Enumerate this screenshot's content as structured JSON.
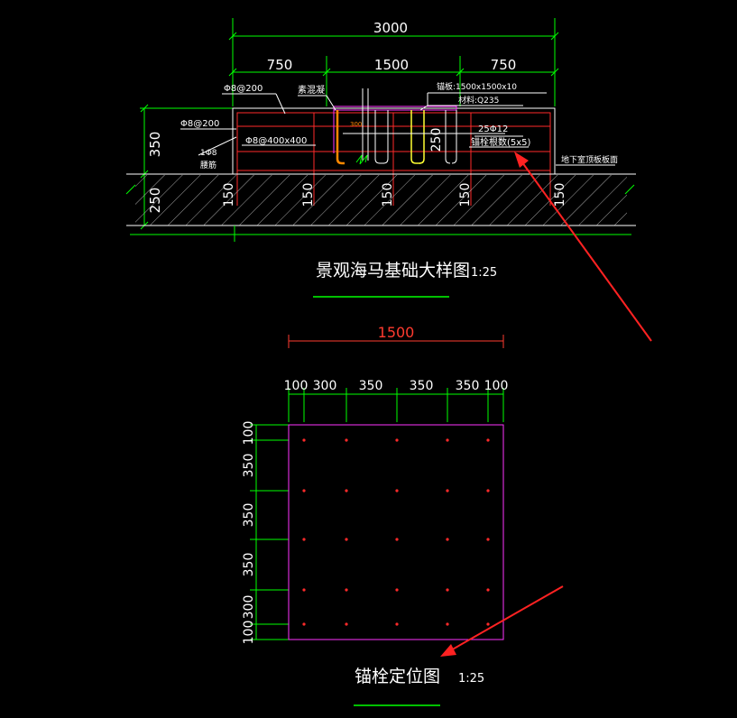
{
  "section": {
    "dim_total": "3000",
    "dim_segments": [
      "750",
      "1500",
      "750"
    ],
    "dim_height": "350",
    "dim_cushion": "250",
    "dim_plate_gap": "250",
    "dim_depth": "150",
    "labels": {
      "stirrup": "Φ8@200",
      "stirrup_left": "Φ8@200",
      "mesh": "Φ8@400x400",
      "ring": "1Φ8",
      "ring_sub": "腰筋",
      "pour": "素混凝",
      "plate": "锚板:1500x1500x10",
      "material": "材料:Q235",
      "bolt": "25Φ12",
      "bolt_note": "锚栓根数(5x5)",
      "ground": "地下室顶板板面",
      "orange_tag": "300"
    },
    "title": "景观海马基础大样图",
    "scale": "1:25"
  },
  "plan": {
    "dim_total": "1500",
    "dim_horizontal": [
      "100",
      "300",
      "350",
      "350",
      "350",
      "100"
    ],
    "dim_vertical": [
      "100",
      "350",
      "350",
      "350",
      "300",
      "100"
    ],
    "bolt_grid": "5x5",
    "title": "锚栓定位图",
    "scale": "1:25"
  },
  "colors": {
    "background": "#000000",
    "dimension": "#00ff00",
    "rebar": "#ff2a2a",
    "plate_outline": "#ff33ff",
    "annotation_arrow": "#ff2222",
    "highlight": "#ff8800",
    "bolt": "#ffff33",
    "text": "#ffffff"
  }
}
